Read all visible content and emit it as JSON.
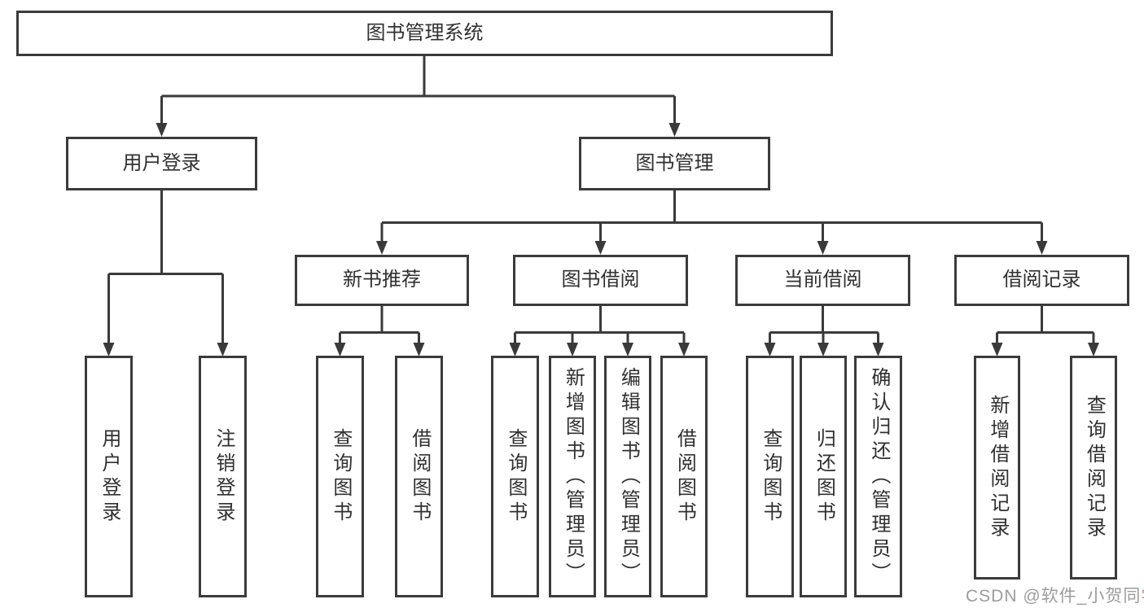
{
  "tree": {
    "root": {
      "label": "图书管理系统",
      "children": [
        {
          "label": "用户登录",
          "children": [
            {
              "label": "用户登录"
            },
            {
              "label": "注销登录"
            }
          ]
        },
        {
          "label": "图书管理",
          "children": [
            {
              "label": "新书推荐",
              "children": [
                {
                  "label": "查询图书"
                },
                {
                  "label": "借阅图书"
                }
              ]
            },
            {
              "label": "图书借阅",
              "children": [
                {
                  "label": "查询图书"
                },
                {
                  "label": "新增图书（管理员）"
                },
                {
                  "label": "编辑图书（管理员）"
                },
                {
                  "label": "借阅图书"
                }
              ]
            },
            {
              "label": "当前借阅",
              "children": [
                {
                  "label": "查询图书"
                },
                {
                  "label": "归还图书"
                },
                {
                  "label": "确认归还（管理员）"
                }
              ]
            },
            {
              "label": "借阅记录",
              "children": [
                {
                  "label": "新增借阅记录"
                },
                {
                  "label": "查询借阅记录"
                }
              ]
            }
          ]
        }
      ]
    }
  },
  "watermark": {
    "prefix": "CSDN @软件_小贺同",
    "suffix": "学"
  },
  "colors": {
    "background": "#ffffff",
    "box_fill": "#ffffff",
    "box_border": "#3b3b3b",
    "line": "#3a3a3a",
    "text": "#303030",
    "watermark": "#9c9c9c",
    "watermark_accent": "#bd8f8f"
  }
}
